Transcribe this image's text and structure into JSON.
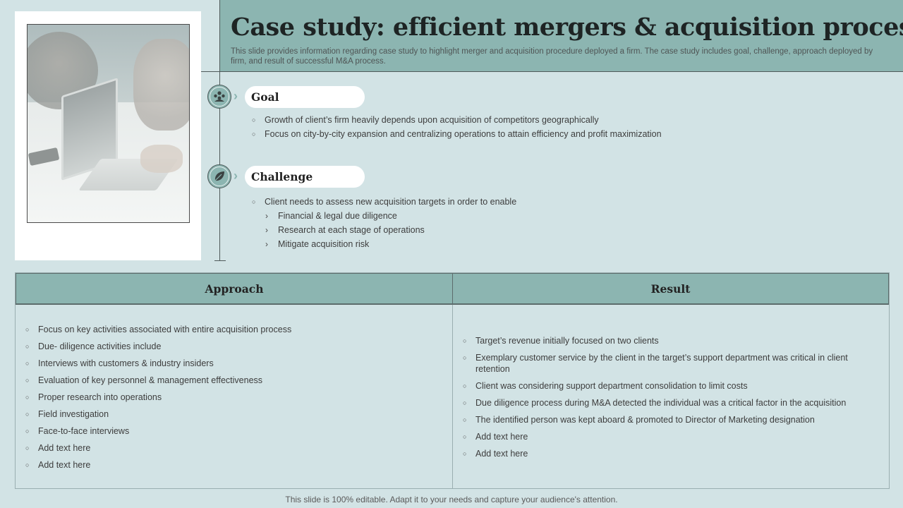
{
  "header": {
    "title": "Case study: efficient mergers & acquisition process",
    "subtitle": "This slide provides information regarding case study to highlight merger and acquisition procedure deployed a firm. The case study includes goal, challenge, approach deployed by firm, and result of successful M&A process."
  },
  "goal": {
    "label": "Goal",
    "icon": "people-cluster-icon",
    "items": [
      "Growth of client’s firm heavily depends upon acquisition of competitors geographically",
      "Focus on city-by-city expansion and centralizing operations to attain efficiency and profit maximization"
    ]
  },
  "challenge": {
    "label": "Challenge",
    "icon": "leaf-icon",
    "intro": "Client needs to assess new acquisition targets in order to enable",
    "sub_items": [
      "Financial & legal due diligence",
      "Research at each stage of operations",
      "Mitigate acquisition risk"
    ]
  },
  "approach": {
    "heading": "Approach",
    "items": [
      "Focus on key activities associated with entire acquisition process",
      "Due- diligence activities include",
      "Interviews  with customers & industry insiders",
      "Evaluation  of key personnel  & management  effectiveness",
      "Proper research into operations",
      "Field investigation",
      "Face-to-face  interviews",
      "Add text here",
      "Add text here"
    ]
  },
  "result": {
    "heading": "Result",
    "items": [
      "Target’s  revenue  initially focused on two clients",
      "Exemplary customer service  by the client in the target’s support department  was critical in client retention",
      "Client was considering support department  consolidation to limit costs",
      "Due diligence process during M&A detected the individual  was a critical factor in the acquisition",
      "The identified person was kept aboard & promoted to Director of Marketing designation",
      "Add text here",
      "Add text here"
    ]
  },
  "footer": "This slide is 100% editable. Adapt it to your needs and capture your audience's attention.",
  "colors": {
    "background": "#d2e3e5",
    "accent": "#8cb5b1",
    "pill": "#ffffff"
  }
}
